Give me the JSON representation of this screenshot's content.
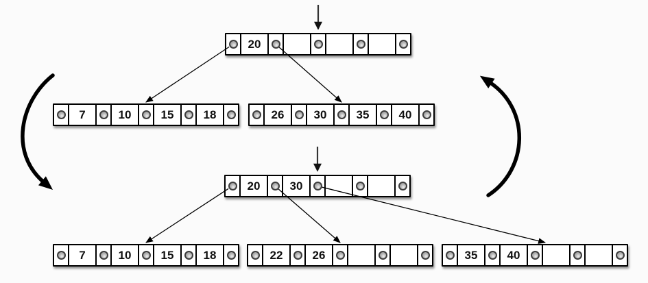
{
  "colors": {
    "background": "#fbfbfb",
    "node_fill": "#ffffff",
    "node_border": "#000000",
    "pointer_dot": "#8f8f8f",
    "pointer_dot_ring": "#3d3d3d",
    "arrow": "#000000",
    "insert_arrow": "#333333"
  },
  "diagram": {
    "description": "B-tree insertion causing a node split: state before (top) and after (bottom), connected by cycle arrows",
    "trees": [
      {
        "name": "before-split",
        "nodes": [
          {
            "id": "root-before",
            "keys": [
              "20",
              "",
              "",
              ""
            ]
          },
          {
            "id": "left-child-before",
            "keys": [
              "7",
              "10",
              "15",
              "18"
            ]
          },
          {
            "id": "right-child-before",
            "keys": [
              "26",
              "30",
              "35",
              "40"
            ]
          }
        ]
      },
      {
        "name": "after-split",
        "nodes": [
          {
            "id": "root-after",
            "keys": [
              "20",
              "30",
              "",
              ""
            ]
          },
          {
            "id": "left-child-after",
            "keys": [
              "7",
              "10",
              "15",
              "18"
            ]
          },
          {
            "id": "middle-child-after",
            "keys": [
              "22",
              "26",
              "",
              ""
            ]
          },
          {
            "id": "right-child-after",
            "keys": [
              "35",
              "40",
              "",
              ""
            ]
          }
        ]
      }
    ],
    "edges": [
      {
        "from": "root-before",
        "pointer": 0,
        "to": "left-child-before"
      },
      {
        "from": "root-before",
        "pointer": 1,
        "to": "right-child-before"
      },
      {
        "from": "root-after",
        "pointer": 0,
        "to": "left-child-after"
      },
      {
        "from": "root-after",
        "pointer": 1,
        "to": "middle-child-after"
      },
      {
        "from": "root-after",
        "pointer": 2,
        "to": "right-child-after"
      }
    ],
    "insertion_arrows": [
      {
        "at": "root-before",
        "pointer": 2
      },
      {
        "at": "root-after",
        "pointer": 2
      }
    ],
    "cycle_arrows": [
      {
        "side": "left",
        "direction": "down"
      },
      {
        "side": "right",
        "direction": "up"
      }
    ]
  }
}
